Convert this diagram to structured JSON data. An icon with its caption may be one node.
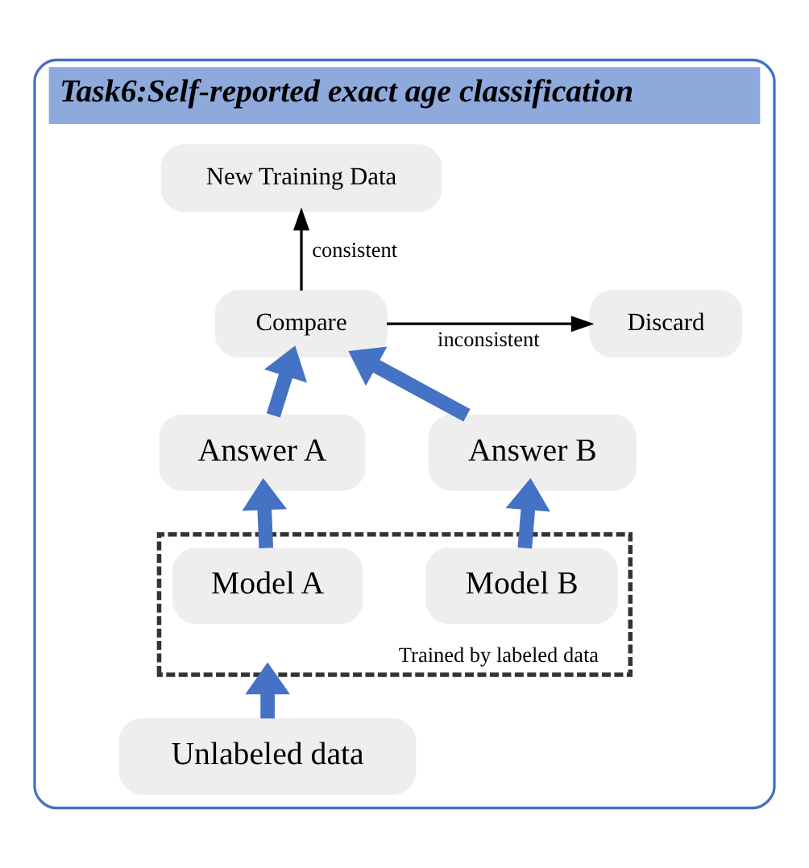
{
  "diagram": {
    "nodes": [
      {
        "text": [
          "Task6:Self-reported exact age classification"
        ]
      },
      {
        "text": [
          "New Training Data"
        ],
        "in": 0
      },
      {
        "text": [
          "Compare"
        ],
        "in": 0
      },
      {
        "text": [
          "Discard"
        ],
        "in": 0
      },
      {
        "text": [
          "Answer A"
        ],
        "in": 0
      },
      {
        "text": [
          "Answer B"
        ],
        "in": 0
      },
      {
        "text": [
          "Trained by labeled data"
        ],
        "in": 0
      },
      {
        "text": [
          "Model A"
        ],
        "in": 6
      },
      {
        "text": [
          "Model B"
        ],
        "in": 6
      },
      {
        "text": [
          "Unlabeled data"
        ],
        "in": 0
      }
    ],
    "edges": [
      {
        "from": 2,
        "to": 1,
        "arrow": "to",
        "label": "consistent",
        "color": "#000000"
      },
      {
        "from": 2,
        "to": 3,
        "arrow": "to",
        "label": "inconsistent",
        "color": "#000000"
      },
      {
        "from": 4,
        "to": 2,
        "arrow": "to"
      },
      {
        "from": 5,
        "to": 2,
        "arrow": "to"
      },
      {
        "from": 7,
        "to": 4,
        "arrow": "to"
      },
      {
        "from": 8,
        "to": 5,
        "arrow": "to"
      },
      {
        "from": 9,
        "to": 6,
        "arrow": "to"
      }
    ]
  }
}
